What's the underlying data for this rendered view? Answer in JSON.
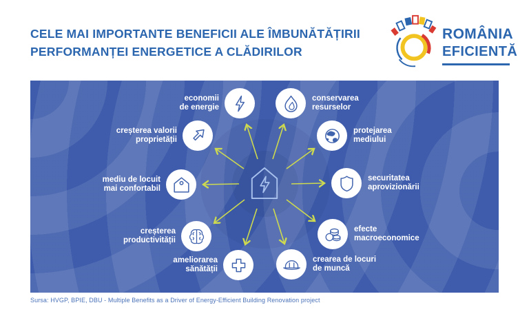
{
  "header": {
    "title_line1": "CELE MAI IMPORTANTE BENEFICII ALE ÎMBUNĂTĂȚIRII",
    "title_line2": "PERFORMANȚEI ENERGETICE A CLĂDIRILOR",
    "logo": {
      "name_line1": "ROMÂNIA",
      "name_line2": "EFICIENTĂ"
    }
  },
  "benefits": [
    {
      "icon": "lightning-icon",
      "label_line1": "economii",
      "label_line2": "de energie"
    },
    {
      "icon": "flame-icon",
      "label_line1": "conservarea",
      "label_line2": "resurselor"
    },
    {
      "icon": "arrow-up-right-icon",
      "label_line1": "creșterea valorii",
      "label_line2": "proprietății"
    },
    {
      "icon": "globe-icon",
      "label_line1": "protejarea",
      "label_line2": "mediului"
    },
    {
      "icon": "house-icon",
      "label_line1": "mediu de locuit",
      "label_line2": "mai confortabil"
    },
    {
      "icon": "shield-icon",
      "label_line1": "securitatea",
      "label_line2": "aprovizionării"
    },
    {
      "icon": "brain-icon",
      "label_line1": "creșterea",
      "label_line2": "productivității"
    },
    {
      "icon": "coins-icon",
      "label_line1": "efecte",
      "label_line2": "macroeconomice"
    },
    {
      "icon": "cross-icon",
      "label_line1": "ameliorarea",
      "label_line2": "sănătății"
    },
    {
      "icon": "hard-hat-icon",
      "label_line1": "crearea de locuri",
      "label_line2": "de muncă"
    }
  ],
  "center": {
    "icon": "energy-house-icon"
  },
  "footer": {
    "source": "Sursa: HVGP, BPIE, DBU - Multiple Benefits as a Driver of Energy-Efficient Building Renovation project"
  },
  "colors": {
    "accent_blue": "#2b66af",
    "panel_blue": "#3e5cab",
    "arrow_green": "#cdd94f",
    "icon_stroke": "#4063ae",
    "center_house_stroke": "#a9c2ee",
    "logo_yellow": "#f2c421",
    "logo_red": "#d93a32",
    "label_white": "#ffffff"
  }
}
